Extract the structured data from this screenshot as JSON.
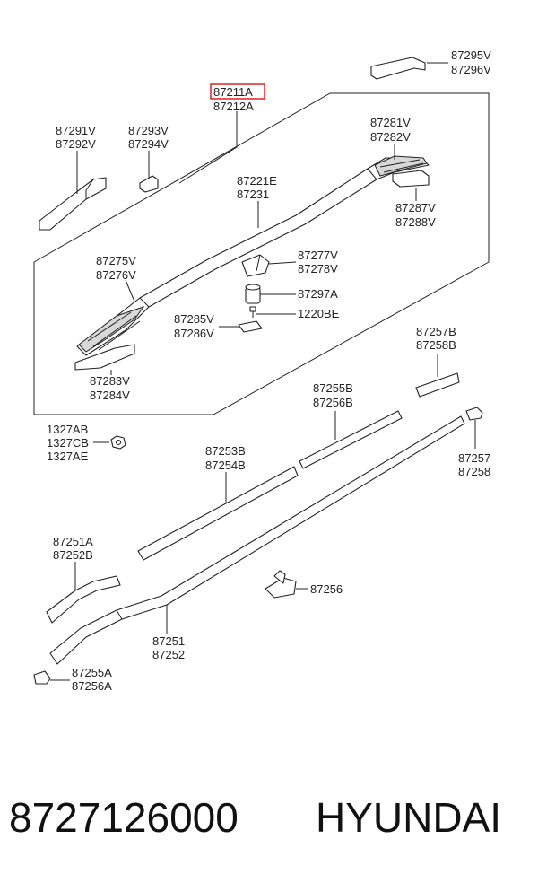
{
  "highlighted_part": "87211A",
  "labels": {
    "p87211a": "87211A",
    "p87212a": "87212A",
    "p87295v": "87295V",
    "p87296v": "87296V",
    "p87291v": "87291V",
    "p87292v": "87292V",
    "p87293v": "87293V",
    "p87294v": "87294V",
    "p87281v": "87281V",
    "p87282v": "87282V",
    "p87221e": "87221E",
    "p87231": "87231",
    "p87287v": "87287V",
    "p87288v": "87288V",
    "p87275v": "87275V",
    "p87276v": "87276V",
    "p87277v": "87277V",
    "p87278v": "87278V",
    "p87297a": "87297A",
    "p1220be": "1220BE",
    "p87285v": "87285V",
    "p87286v": "87286V",
    "p87283v": "87283V",
    "p87284v": "87284V",
    "p87257b": "87257B",
    "p87258b": "87258B",
    "p87255b": "87255B",
    "p87256b": "87256B",
    "p1327ab": "1327AB",
    "p1327cb": "1327CB",
    "p1327ae": "1327AE",
    "p87253b": "87253B",
    "p87254b": "87254B",
    "p87257": "87257",
    "p87258": "87258",
    "p87251a": "87251A",
    "p87252b": "87252B",
    "p87256": "87256",
    "p87251": "87251",
    "p87252": "87252",
    "p87255a": "87255A",
    "p87256a": "87256A"
  },
  "footer": {
    "part_number": "8727126000",
    "brand": "HYUNDAI"
  },
  "colors": {
    "highlight": "#e02020",
    "line": "#222222"
  }
}
